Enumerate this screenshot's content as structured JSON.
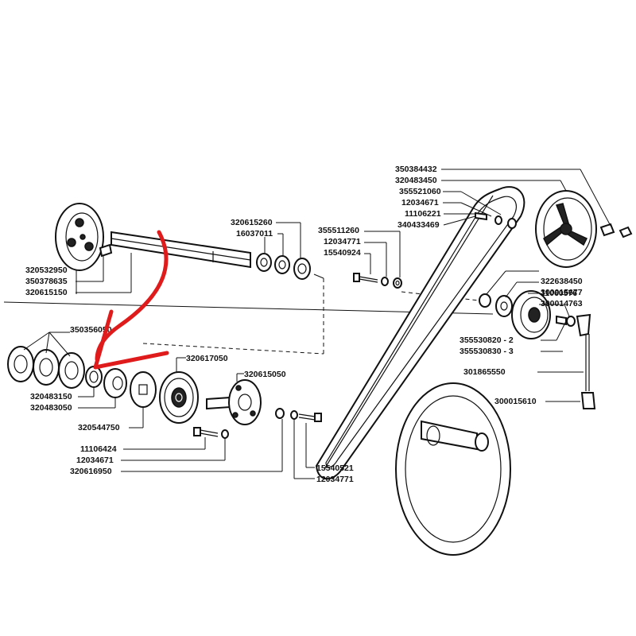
{
  "labels": {
    "l320532950": "320532950",
    "l350378635": "350378635",
    "l320615150": "320615150",
    "l320615260": "320615260",
    "l16037011": "16037011",
    "l355511260": "355511260",
    "l12034771a": "12034771",
    "l15540924": "15540924",
    "l350384432": "350384432",
    "l320483450": "320483450",
    "l355521060": "355521060",
    "l12034671a": "12034671",
    "l11106221": "11106221",
    "l340433469": "340433469",
    "l11060576": "11060576",
    "l322638450": "322638450",
    "l300015677": "300015677",
    "l300014763": "300014763",
    "l355530820": "355530820 - 2",
    "l355530830": "355530830 - 3",
    "l301865550": "301865550",
    "l300015610": "300015610",
    "l350356050": "350356050",
    "l320617050": "320617050",
    "l320615050": "320615050",
    "l320483150": "320483150",
    "l320483050": "320483050",
    "l320544750": "320544750",
    "l11106424": "11106424",
    "l12034671b": "12034671",
    "l320616950": "320616950",
    "l15540521": "15540521",
    "l12034771b": "12034771"
  },
  "highlight_color": "#e01b1b"
}
